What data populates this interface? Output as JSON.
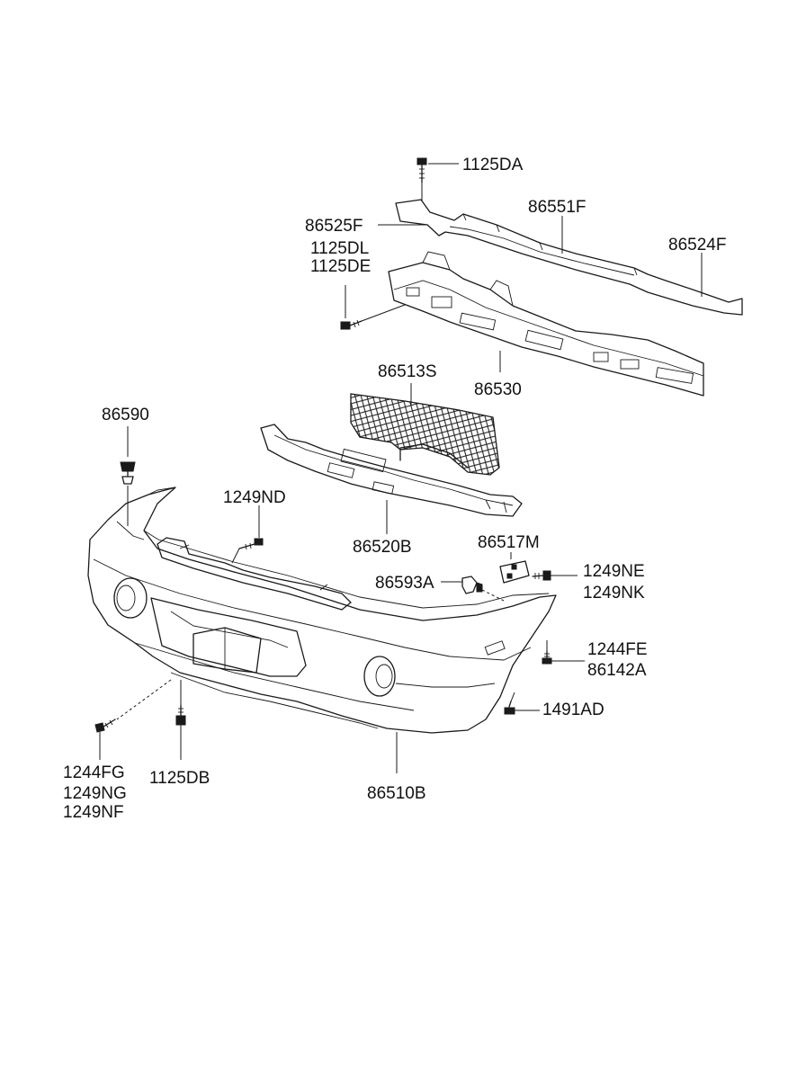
{
  "part_labels": {
    "p1125DA": "1125DA",
    "p86551F": "86551F",
    "p86525F": "86525F",
    "p1125DL": "1125DL",
    "p1125DE": "1125DE",
    "p86524F": "86524F",
    "p86513S": "86513S",
    "p86530": "86530",
    "p86590": "86590",
    "p1249ND": "1249ND",
    "p86520B": "86520B",
    "p86517M": "86517M",
    "p1249NE": "1249NE",
    "p1249NK": "1249NK",
    "p86593A": "86593A",
    "p1244FE": "1244FE",
    "p86142A": "86142A",
    "p1491AD": "1491AD",
    "p1244FG": "1244FG",
    "p1249NG": "1249NG",
    "p1249NF": "1249NF",
    "p1125DB": "1125DB",
    "p86510B": "86510B"
  },
  "colors": {
    "line": "#1a1a1a",
    "background": "#ffffff"
  }
}
